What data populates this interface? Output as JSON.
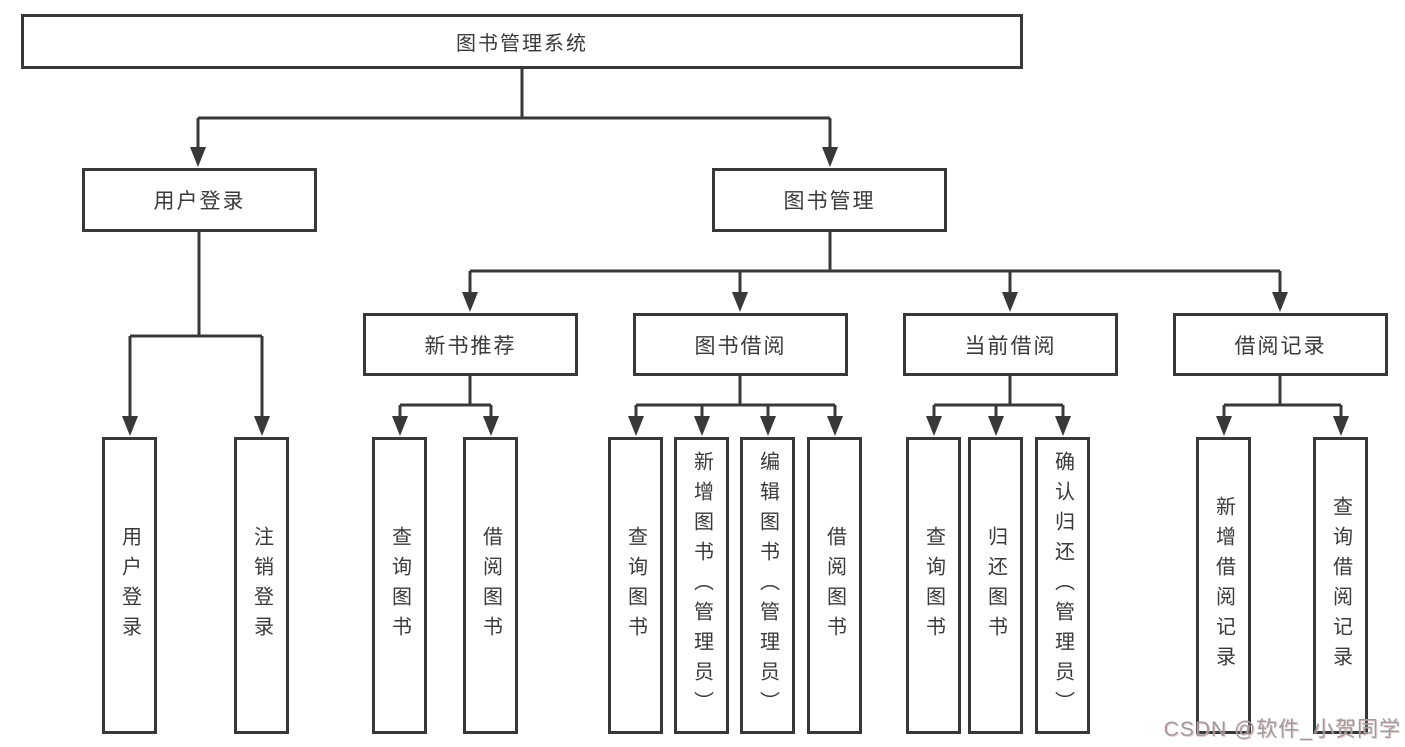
{
  "diagram": {
    "root": "图书管理系统",
    "level2": {
      "user_login": "用户登录",
      "book_mgmt": "图书管理"
    },
    "level3": {
      "new_book": "新书推荐",
      "borrow": "图书借阅",
      "current": "当前借阅",
      "records": "借阅记录"
    },
    "leaves": {
      "user_login": "用户登录",
      "logout": "注销登录",
      "nb_query": "查询图书",
      "nb_borrow": "借阅图书",
      "bw_query": "查询图书",
      "bw_add": "新增图书（管理员）",
      "bw_edit": "编辑图书（管理员）",
      "bw_borrow": "借阅图书",
      "cur_query": "查询图书",
      "cur_return": "归还图书",
      "cur_confirm": "确认归还（管理员）",
      "rec_add": "新增借阅记录",
      "rec_query": "查询借阅记录"
    }
  },
  "watermark": "CSDN @软件_小贺同学",
  "colors": {
    "line": "#383838",
    "text": "#3a3a3a",
    "watermark": "#9c9ca0",
    "background": "#ffffff"
  }
}
